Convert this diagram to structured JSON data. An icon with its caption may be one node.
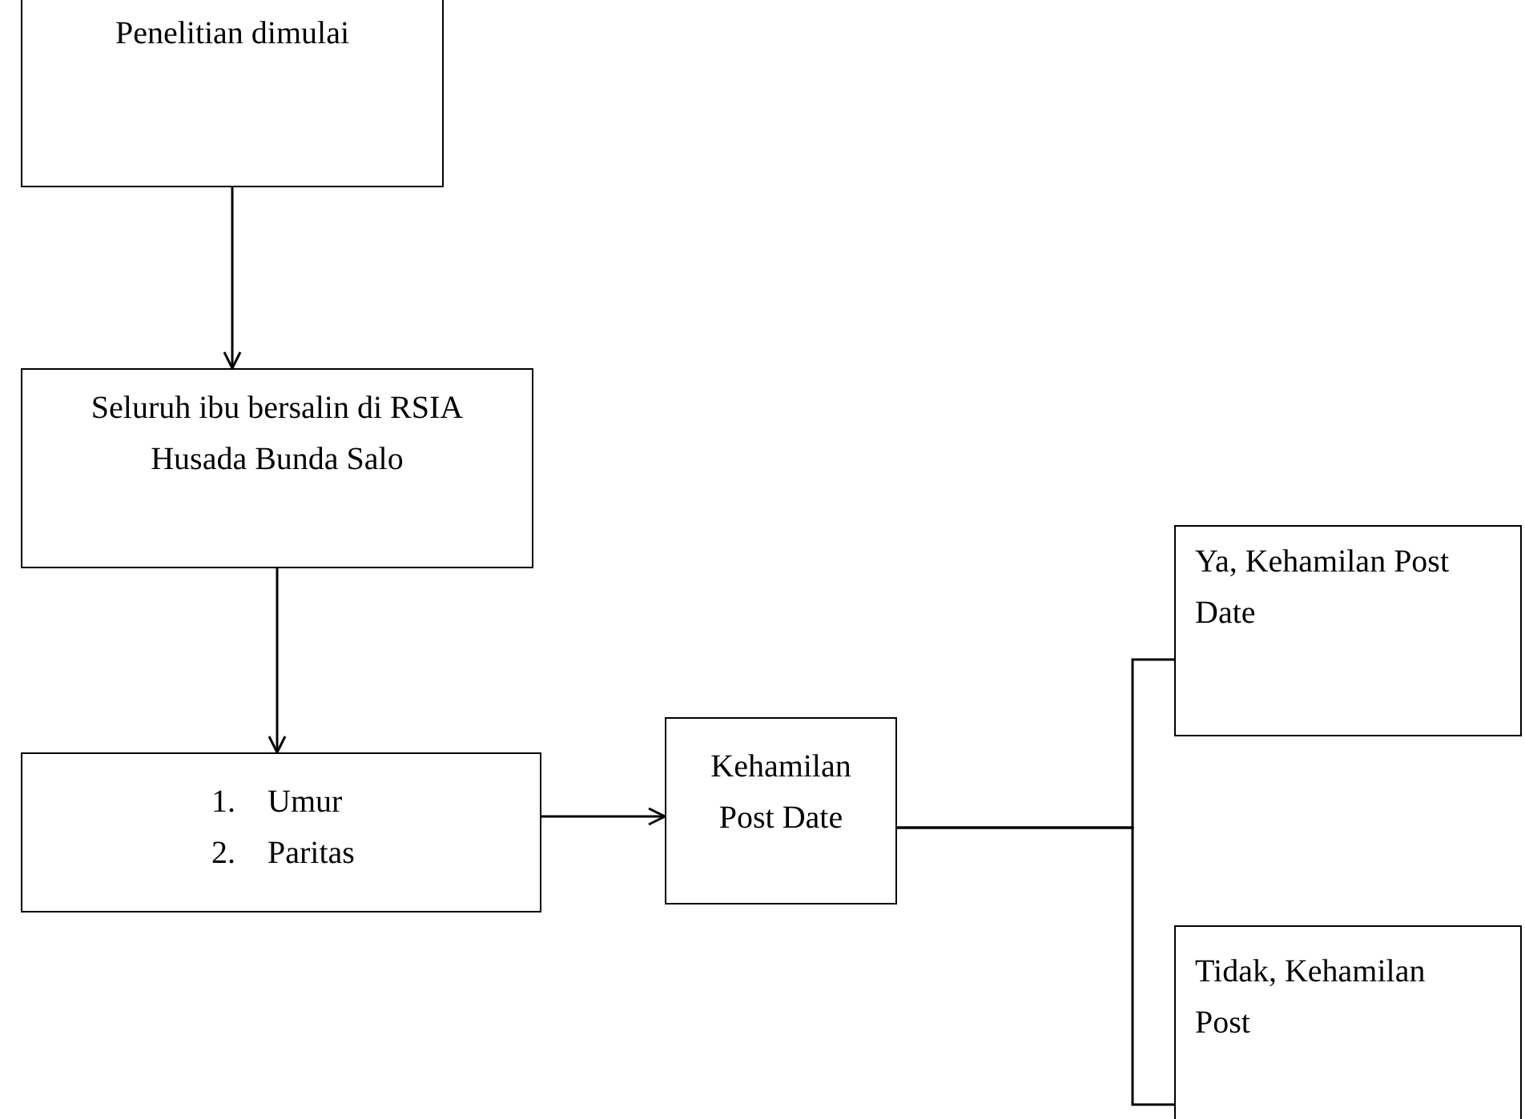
{
  "diagram": {
    "nodes": [
      {
        "text": [
          "Penelitian dimulai"
        ]
      },
      {
        "text": [
          "Seluruh ibu bersalin di RSIA Husada Bunda Salo"
        ]
      },
      {
        "text": [
          "1. Umur",
          "2. Paritas"
        ]
      },
      {
        "text": [
          "Kehamilan Post Date"
        ]
      },
      {
        "text": [
          "Ya, Kehamilan Post Date"
        ]
      },
      {
        "text": [
          "Tidak, Kehamilan Post"
        ]
      }
    ],
    "edges": [
      {
        "from": 0,
        "to": 1,
        "arrow": "to"
      },
      {
        "from": 1,
        "to": 2,
        "arrow": "to"
      },
      {
        "from": 2,
        "to": 3,
        "arrow": "to"
      },
      {
        "from": 3,
        "to": 4,
        "arrow": "none"
      },
      {
        "from": 3,
        "to": 5,
        "arrow": "none"
      }
    ]
  }
}
